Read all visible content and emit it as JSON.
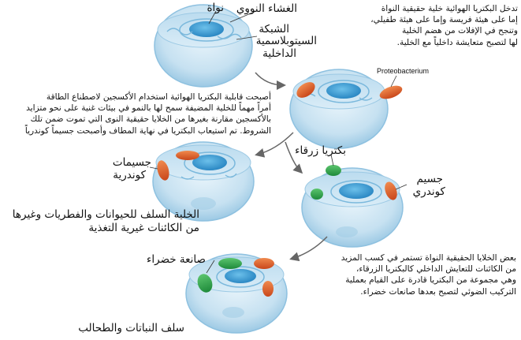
{
  "labels": {
    "nucleus": "نواة",
    "nuclear_envelope": "الغشاء النووي",
    "er_line1": "الشبكة",
    "er_line2": "السيتوبلاسمية",
    "er_line3": "الداخلية",
    "proteobacterium": "Proteobacterium",
    "mitochondria_line1": "جسيمات",
    "mitochondria_line2": "كوندرية",
    "cyanobacteria": "بكتريا زرقاء",
    "mitochondrion_line1": "جسيم",
    "mitochondrion_line2": "كوندري",
    "chloroplast": "صانعة خضراء",
    "plant_ancestor": "سلف النباتات والطحالب",
    "animal_ancestor_line1": "الخلية السلف للحيوانات والفطريات وغيرها",
    "animal_ancestor_line2": "من الكائنات غيرية التغذية"
  },
  "paragraphs": {
    "top_right": [
      "تدخل البكتريا الهوائية خلية حقيقية النواة",
      "إما على هيئة فريسة وإما على هيئة طفيلي،",
      "وتنجح في الإفلات من هضم الخلية",
      "لها لتصبح متعايشة داخلياً مع الخلية."
    ],
    "middle_left": [
      "أصبحت قابلية البكتريا الهوائية استخدام الأكسجين لاصطناع الطاقة",
      "أمراً مهماً للخلية المضيفة سمح لها بالنمو في بيئات غنية على نحو متزايد",
      "بالأكسجين مقارنة بغيرها من الخلايا حقيقية النوى التي تموت ضمن تلك",
      "الشروط. تم استيعاب البكتريا في نهاية المطاف وأصبحت جسيماً كوندرياً"
    ],
    "bottom_right": [
      "بعض الخلايا الحقيقية النواة تستمر في كسب المزيد",
      "من الكائنات للتعايش الداخلي كالبكتريا الزرقاء،",
      "وهي مجموعة من البكتريا قادرة على القيام بعملية",
      "التركيب الضوئي لتصبح بعدها صانعات خضراء."
    ]
  },
  "colors": {
    "cell_fill": "#cfe5f3",
    "cell_edge": "#8ec1e0",
    "nucleus": "#3d9ed3",
    "mitochondria": "#e8602a",
    "chloroplast": "#2ea84a",
    "arrow": "#666666"
  }
}
